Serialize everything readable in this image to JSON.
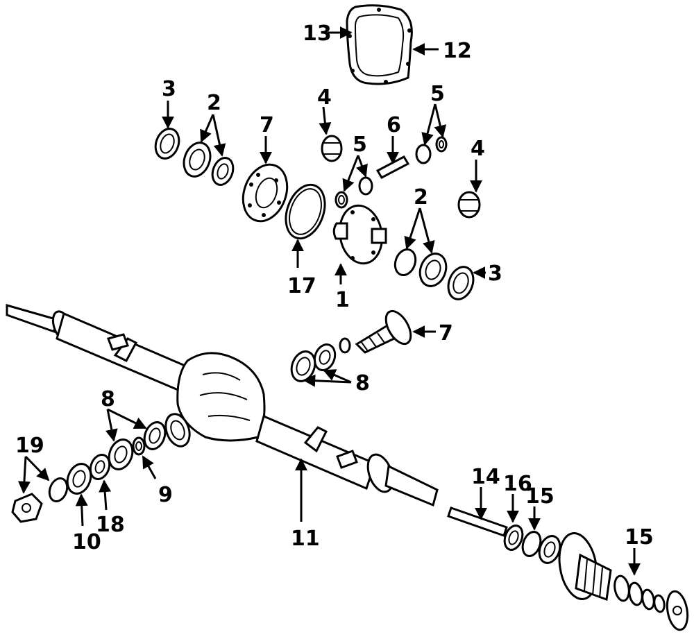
{
  "diagram": {
    "colors": {
      "line": "#000000",
      "background": "#ffffff"
    },
    "callouts": [
      {
        "id": "c13",
        "label": "13"
      },
      {
        "id": "c12",
        "label": "12"
      },
      {
        "id": "c3a",
        "label": "3"
      },
      {
        "id": "c2a",
        "label": "2"
      },
      {
        "id": "c7a",
        "label": "7"
      },
      {
        "id": "c4a",
        "label": "4"
      },
      {
        "id": "c5a",
        "label": "5"
      },
      {
        "id": "c6",
        "label": "6"
      },
      {
        "id": "c5b",
        "label": "5"
      },
      {
        "id": "c4b",
        "label": "4"
      },
      {
        "id": "c2b",
        "label": "2"
      },
      {
        "id": "c3b",
        "label": "3"
      },
      {
        "id": "c17",
        "label": "17"
      },
      {
        "id": "c1",
        "label": "1"
      },
      {
        "id": "c7b",
        "label": "7"
      },
      {
        "id": "c8a",
        "label": "8"
      },
      {
        "id": "c8b",
        "label": "8"
      },
      {
        "id": "c19",
        "label": "19"
      },
      {
        "id": "c9",
        "label": "9"
      },
      {
        "id": "c18",
        "label": "18"
      },
      {
        "id": "c10",
        "label": "10"
      },
      {
        "id": "c11",
        "label": "11"
      },
      {
        "id": "c14",
        "label": "14"
      },
      {
        "id": "c16",
        "label": "16"
      },
      {
        "id": "c15a",
        "label": "15"
      },
      {
        "id": "c15b",
        "label": "15"
      }
    ]
  }
}
